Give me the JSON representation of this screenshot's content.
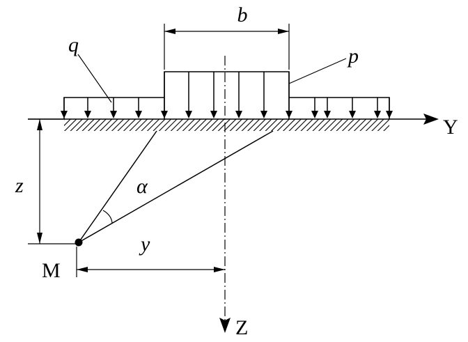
{
  "diagram": {
    "labels": {
      "width": "b",
      "surcharge": "q",
      "pressure": "p",
      "y_axis": "Y",
      "z_axis": "Z",
      "depth": "z",
      "offset": "y",
      "angle": "α",
      "point": "M"
    },
    "colors": {
      "stroke": "#000000",
      "background": "#ffffff"
    }
  }
}
